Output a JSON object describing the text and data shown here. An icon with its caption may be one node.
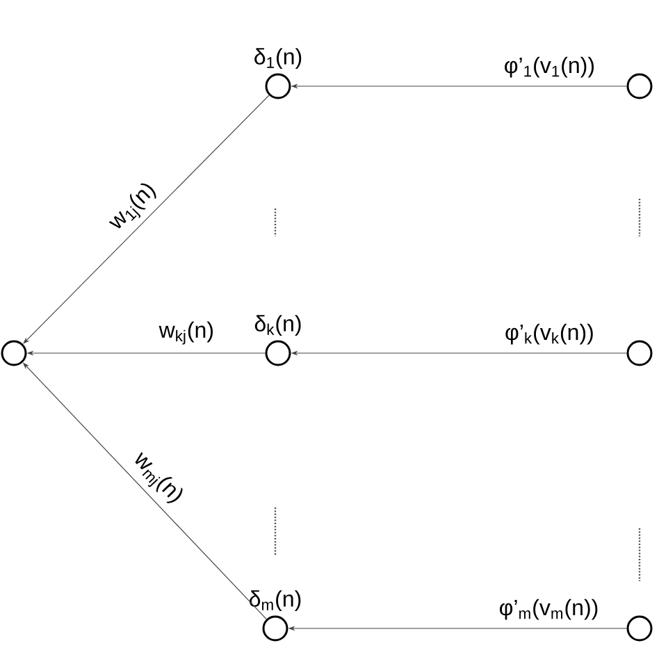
{
  "diagram": {
    "nodes": [
      {
        "text": [],
        "shape": "circle"
      },
      {
        "text": [],
        "shape": "circle",
        "beside": [
          "δ$_{1}$(n)"
        ]
      },
      {
        "text": [],
        "shape": "circle"
      },
      {
        "text": [],
        "shape": "circle",
        "beside": [
          "δ$_{k}$(n)"
        ]
      },
      {
        "text": [],
        "shape": "circle"
      },
      {
        "text": [],
        "shape": "circle",
        "beside": [
          "δ$_{m}$(n)"
        ]
      },
      {
        "text": [],
        "shape": "circle"
      }
    ],
    "edges": [
      {
        "from": 2,
        "to": 1,
        "arrow": "to",
        "label": "φ’$_{1}$(v$_{1}$(n))"
      },
      {
        "from": 1,
        "to": 0,
        "arrow": "to",
        "label": "w$_{1j}$(n)"
      },
      {
        "from": 4,
        "to": 3,
        "arrow": "to",
        "label": "φ’$_{k}$(v$_{k}$(n))"
      },
      {
        "from": 3,
        "to": 0,
        "arrow": "to",
        "label": "w$_{kj}$(n)"
      },
      {
        "from": 6,
        "to": 5,
        "arrow": "to",
        "label": "φ’$_{m}$(v$_{m}$(n))"
      },
      {
        "from": 5,
        "to": 0,
        "arrow": "to",
        "label": "w$_{mj}$(n)"
      }
    ]
  }
}
